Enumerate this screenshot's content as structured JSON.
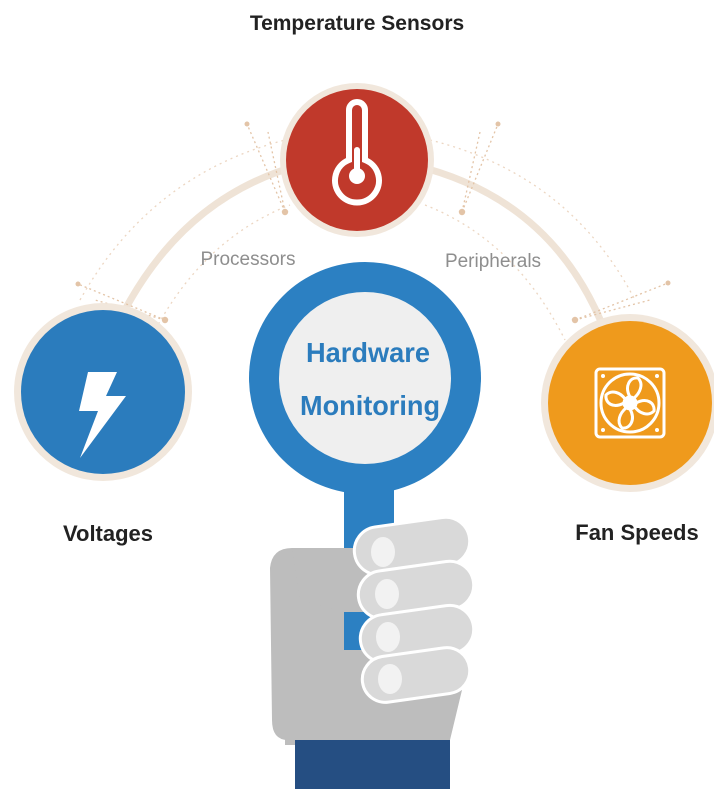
{
  "labels": {
    "top": "Temperature Sensors",
    "left": "Voltages",
    "right": "Fan Speeds",
    "arc_left": "Processors",
    "arc_right": "Peripherals",
    "center_line1": "Hardware",
    "center_line2": "Monitoring"
  },
  "icons": {
    "top": "thermometer-icon",
    "left": "lightning-bolt-icon",
    "right": "fan-icon"
  },
  "colors": {
    "red": "#c0392b",
    "blue": "#2b7cbd",
    "orange": "#ef9a1c",
    "arc": "#efe3d6",
    "ring": "#f1e7dc",
    "dots": "#e3c4a7",
    "lens": "#efefef",
    "handle": "#2c80c2",
    "hand": "#bdbdbd",
    "hand_light": "#d9d9d9",
    "sleeve": "#254e82"
  }
}
